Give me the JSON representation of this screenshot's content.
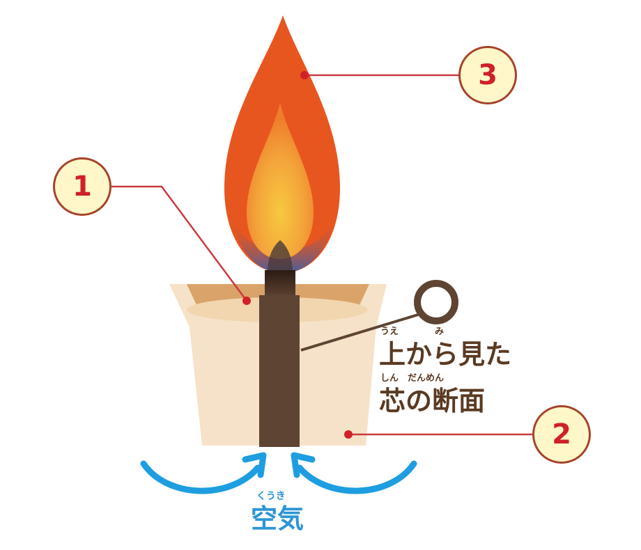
{
  "diagram": {
    "callouts": [
      {
        "number": "1"
      },
      {
        "number": "2"
      },
      {
        "number": "3"
      }
    ],
    "cross_section": {
      "ruby_top": "うえ　　　　み",
      "line1": "上から見た",
      "ruby_bottom": "しん　だんめん",
      "line2": "芯の断面"
    },
    "air": {
      "ruby": "くうき",
      "label": "空気"
    }
  }
}
